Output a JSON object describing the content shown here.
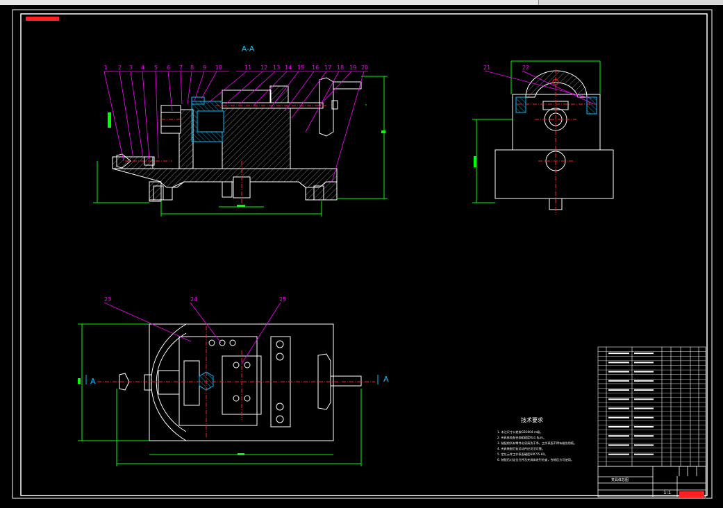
{
  "section_label": "A-A",
  "view_marks": {
    "left": "A",
    "right": "A"
  },
  "balloons_top": [
    "1",
    "2",
    "3",
    "4",
    "5",
    "6",
    "7",
    "8",
    "9",
    "10",
    "11",
    "12",
    "13",
    "14",
    "15",
    "16",
    "17",
    "18",
    "19",
    "20"
  ],
  "balloons_side": [
    "21",
    "22"
  ],
  "balloons_plan": [
    "23",
    "24",
    "25"
  ],
  "tech_req": {
    "title": "技术要求",
    "lines": [
      "1. 未注尺寸公差按GB1804-m级。",
      "2. 夹具体各配合面粗糙度Ra1.6μm。",
      "3. 装配前所有零件必须清洗干净，工作表面不得有碰伤划痕。",
      "4. 夹具装配后各运动件应灵活可靠。",
      "5. 定位元件工作表面硬度HRC55-60。",
      "6. 装配后对定位元件及夹具体进行检查，合格后方可使用。"
    ]
  },
  "title_block": {
    "name": "夹具体总图",
    "scale": "1:1"
  },
  "colors": {
    "line": "#ffffff",
    "dim": "#00ff00",
    "center": "#ff2020",
    "leader": "#ff00ff",
    "section": "#00c0ff",
    "hatch": "#b0b0b0"
  }
}
